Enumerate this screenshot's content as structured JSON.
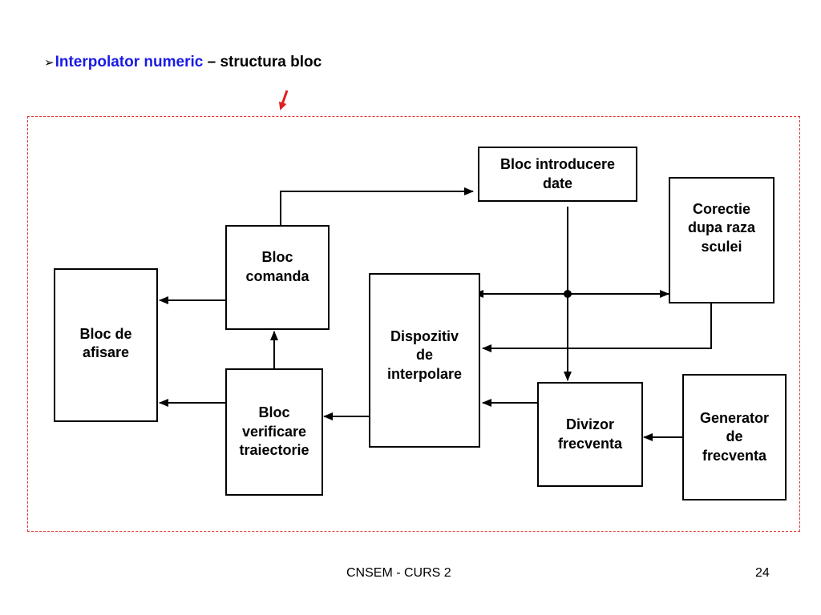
{
  "title": {
    "bullet": "➢",
    "highlight": "Interpolator numeric",
    "rest": " – structura bloc"
  },
  "blocks": {
    "intro": "Bloc introducere\ndate",
    "comanda": "Bloc\ncomanda",
    "afisare": "Bloc de\nafisare",
    "dispozitiv": "Dispozitiv\nde\ninterpolare",
    "corectie": "Corectie\ndupa raza\nsculei",
    "verificare": "Bloc\nverificare\ntraiectorie",
    "divizor": "Divizor\nfrecventa",
    "generator": "Generator\nde\nfrecventa"
  },
  "footer": {
    "course": "CNSEM - CURS 2",
    "page": "24"
  },
  "colors": {
    "highlight": "#1a1ae6",
    "frame": "#e03030",
    "pointer_arrow": "#e02020"
  }
}
